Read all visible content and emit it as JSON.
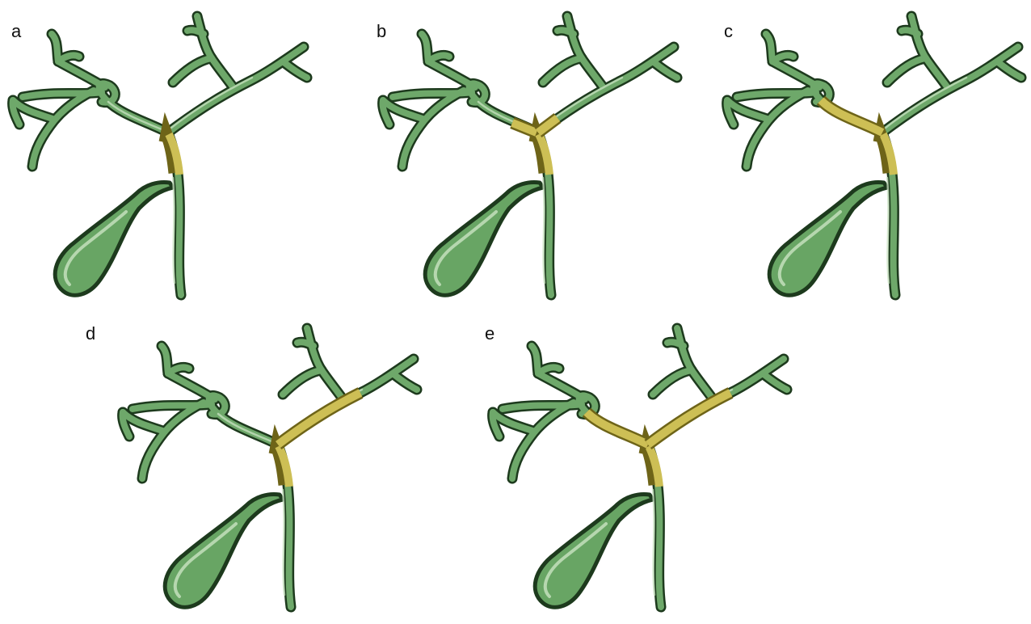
{
  "panels": [
    {
      "label": "a",
      "highlight": [
        "confluence"
      ]
    },
    {
      "label": "b",
      "highlight": [
        "confluence",
        "left-stub",
        "right-stub"
      ]
    },
    {
      "label": "c",
      "highlight": [
        "confluence",
        "left-duct"
      ]
    },
    {
      "label": "d",
      "highlight": [
        "confluence",
        "right-duct"
      ]
    },
    {
      "label": "e",
      "highlight": [
        "confluence",
        "left-duct",
        "right-duct"
      ]
    }
  ],
  "colors": {
    "duct_fill": "#6ea86a",
    "duct_outline": "#1d3a1d",
    "duct_highlight": "#c9e3c2",
    "lesion_fill": "#cdbf55",
    "lesion_outline": "#6e6418",
    "gallbladder_fill": "#68a564",
    "label": "#111111"
  }
}
